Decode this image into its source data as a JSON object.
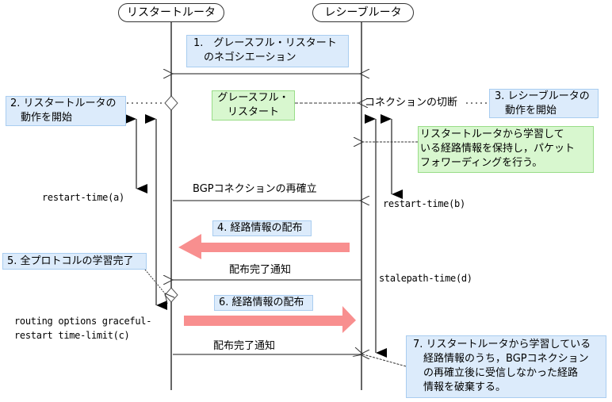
{
  "actors": {
    "restart_router": "リスタートルータ",
    "receive_router": "レシーブルータ"
  },
  "steps": {
    "s1": [
      "1.　グレースフル・リスタート",
      "　のネゴシエーション"
    ],
    "s2": [
      "2. リスタートルータの",
      "　動作を開始"
    ],
    "s3": [
      "3. レシーブルータの",
      "　動作を開始"
    ],
    "s4": "4. 経路情報の配布",
    "s5": "5. 全プロトコルの学習完了",
    "s6": "6. 経路情報の配布",
    "s7": [
      "7. リスタートルータから学習している",
      "　経路情報のうち，BGPコネクション",
      "　の再確立後に受信しなかった経路",
      "　情報を破棄する。"
    ]
  },
  "notes": {
    "graceful_restart": [
      "グレースフル・",
      "リスタート"
    ],
    "connection_cut": "コネクションの切断",
    "keep_routes": [
      "リスタートルータから学習して",
      "いる経路情報を保持し，パケット",
      "フォワーディングを行う。"
    ],
    "bgp_reestablish": "BGPコネクションの再確立",
    "done_notice_1": "配布完了通知",
    "done_notice_2": "配布完了通知"
  },
  "timers": {
    "a": "restart-time(a)",
    "b": "restart-time(b)",
    "c": [
      "routing options graceful-",
      "restart time-limit(c)"
    ],
    "d": "stalepath-time(d)"
  },
  "colors": {
    "blue_box": "#dcebfb",
    "green_box": "#d8f7cf",
    "big_arrow": "#f88f8f",
    "line": "#555555"
  }
}
